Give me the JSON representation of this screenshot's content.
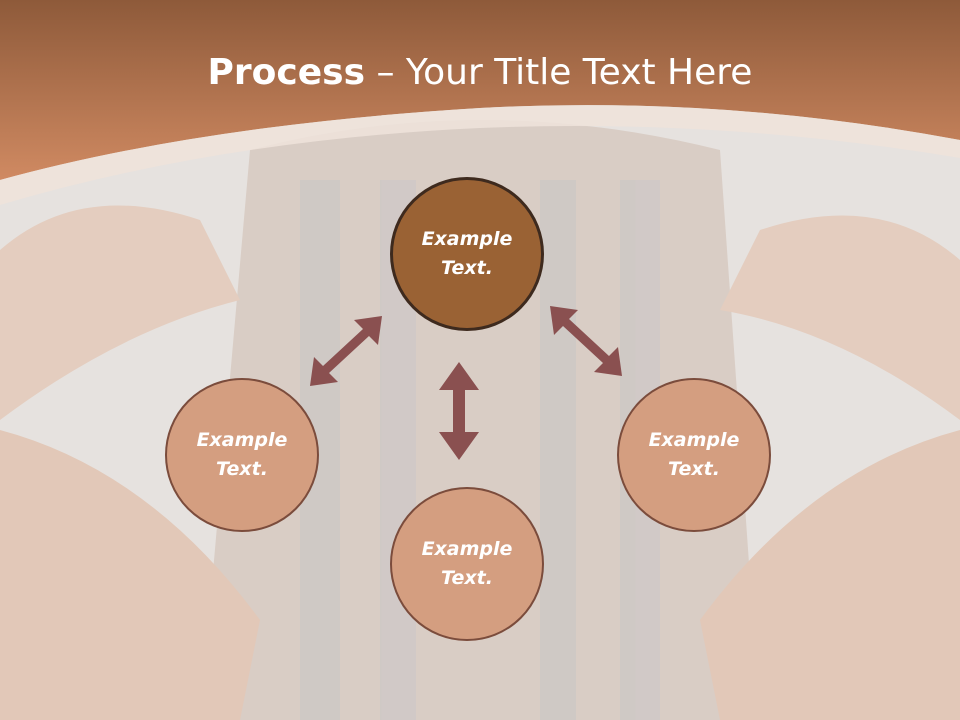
{
  "title": {
    "bold": "Process",
    "rest": " – Your Title Text Here"
  },
  "nodes": {
    "top": "Example Text.",
    "left": "Example Text.",
    "right": "Example Text.",
    "bottom": "Example Text."
  },
  "colors": {
    "header_top": "#8e5a3a",
    "header_bottom": "#d08a62",
    "center_fill": "#9a6234",
    "outer_fill": "#d49e80",
    "arrow": "#8a5050"
  }
}
